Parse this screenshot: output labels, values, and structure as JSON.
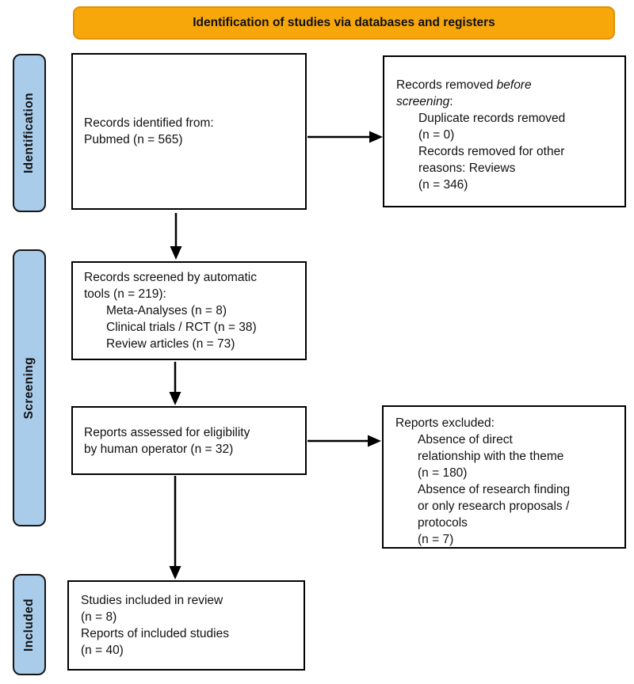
{
  "banner": {
    "label": "Identification of studies via databases and registers"
  },
  "colors": {
    "banner_bg": "#F7A70A",
    "banner_border": "#DE9206",
    "sidebar_bg": "#A9CCEB",
    "box_border": "#000000",
    "arrow_color": "#000000"
  },
  "sidebar": {
    "identification": "Identification",
    "screening": "Screening",
    "included": "Included"
  },
  "boxes": {
    "identified": {
      "lines": [
        {
          "indent": 0,
          "segments": [
            {
              "text": "Records identified from:",
              "italic": false
            }
          ]
        },
        {
          "indent": 0,
          "segments": [
            {
              "text": "Pubmed (n = 565)",
              "italic": false
            }
          ]
        }
      ]
    },
    "removed": {
      "lines": [
        {
          "indent": 0,
          "segments": [
            {
              "text": "Records removed ",
              "italic": false
            },
            {
              "text": "before",
              "italic": true
            }
          ]
        },
        {
          "indent": 0,
          "segments": [
            {
              "text": "screening",
              "italic": true
            },
            {
              "text": ":",
              "italic": false
            }
          ]
        },
        {
          "indent": 1,
          "segments": [
            {
              "text": "Duplicate records removed",
              "italic": false
            }
          ]
        },
        {
          "indent": 1,
          "segments": [
            {
              "text": "(n = 0)",
              "italic": false
            }
          ]
        },
        {
          "indent": 1,
          "segments": [
            {
              "text": "Records removed for other",
              "italic": false
            }
          ]
        },
        {
          "indent": 1,
          "segments": [
            {
              "text": "reasons: Reviews",
              "italic": false
            }
          ]
        },
        {
          "indent": 1,
          "segments": [
            {
              "text": "(n = 346)",
              "italic": false
            }
          ]
        }
      ]
    },
    "screened": {
      "lines": [
        {
          "indent": 0,
          "segments": [
            {
              "text": "Records screened by automatic",
              "italic": false
            }
          ]
        },
        {
          "indent": 0,
          "segments": [
            {
              "text": "tools (n = 219):",
              "italic": false
            }
          ]
        },
        {
          "indent": 1,
          "segments": [
            {
              "text": "Meta-Analyses (n = 8)",
              "italic": false
            }
          ]
        },
        {
          "indent": 1,
          "segments": [
            {
              "text": "Clinical trials / RCT (n = 38)",
              "italic": false
            }
          ]
        },
        {
          "indent": 1,
          "segments": [
            {
              "text": "Review articles (n = 73)",
              "italic": false
            }
          ]
        }
      ]
    },
    "eligibility": {
      "lines": [
        {
          "indent": 0,
          "segments": [
            {
              "text": "Reports assessed for eligibility",
              "italic": false
            }
          ]
        },
        {
          "indent": 0,
          "segments": [
            {
              "text": "by human operator (n = 32)",
              "italic": false
            }
          ]
        }
      ]
    },
    "excluded": {
      "lines": [
        {
          "indent": 0,
          "segments": [
            {
              "text": "Reports excluded:",
              "italic": false
            }
          ]
        },
        {
          "indent": 1,
          "segments": [
            {
              "text": "Absence of direct",
              "italic": false
            }
          ]
        },
        {
          "indent": 1,
          "segments": [
            {
              "text": "relationship with the theme",
              "italic": false
            }
          ]
        },
        {
          "indent": 1,
          "segments": [
            {
              "text": "(n = 180)",
              "italic": false
            }
          ]
        },
        {
          "indent": 1,
          "segments": [
            {
              "text": "Absence of research finding",
              "italic": false
            }
          ]
        },
        {
          "indent": 1,
          "segments": [
            {
              "text": "or only research proposals /",
              "italic": false
            }
          ]
        },
        {
          "indent": 1,
          "segments": [
            {
              "text": "protocols",
              "italic": false
            }
          ]
        },
        {
          "indent": 1,
          "segments": [
            {
              "text": "(n = 7)",
              "italic": false
            }
          ]
        }
      ]
    },
    "included": {
      "lines": [
        {
          "indent": 0,
          "segments": [
            {
              "text": "Studies included in review",
              "italic": false
            }
          ]
        },
        {
          "indent": 0,
          "segments": [
            {
              "text": "(n = 8)",
              "italic": false
            }
          ]
        },
        {
          "indent": 0,
          "segments": [
            {
              "text": "Reports of included studies",
              "italic": false
            }
          ]
        },
        {
          "indent": 0,
          "segments": [
            {
              "text": "(n = 40)",
              "italic": false
            }
          ]
        }
      ]
    }
  }
}
